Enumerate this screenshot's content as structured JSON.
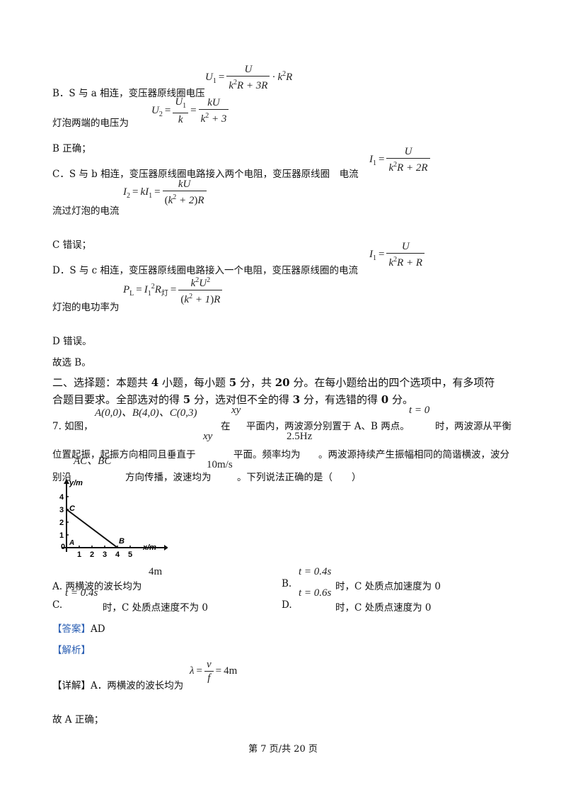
{
  "optB": {
    "line1": "B．S 与 a 相连，变压器原线圈电压",
    "line2": "灯泡两端的电压为",
    "verdict": "B 正确；"
  },
  "optC": {
    "line1": "C．S 与 b 相连，变压器原线圈电路接入两个电阻，变压器原线圈　电流",
    "line2": "流过灯泡的电流",
    "verdict": "C 错误；"
  },
  "optD": {
    "line1": "D．S 与 c 相连，变压器原线圈电路接入一个电阻，变压器原线圈的电流",
    "line2": "灯泡的电功率为",
    "verdict": "D 错误。"
  },
  "conclusion": "故选 B。",
  "section": {
    "p1": "二、选择题：本题共 ",
    "n1": "4",
    "p2": " 小题，每小题 ",
    "n2": "5",
    "p3": " 分，共 ",
    "n3": "20",
    "p4": " 分。在每小题给出的四个选项中，有多项符",
    "p5": "合题目要求。全部选对的得 ",
    "n4": "5",
    "p6": " 分，选对但不全的得 ",
    "n5": "3",
    "p7": " 分，有选错的得 ",
    "n6": "0",
    "p8": " 分。"
  },
  "question7": {
    "number": "7. 如图，",
    "points": "A(0,0)、B(4,0)、C(0,3)",
    "xy_a": "xy",
    "t_zero": "t = 0",
    "seg1": "在",
    "seg2": "平面内，两波源分别置于 A、B 两点。",
    "seg3": "时，两波源从平衡",
    "line2a": "位置起振，起振方向相同且垂直于",
    "xy_b": "xy",
    "line2b": "平面。频率均为",
    "freq": "2.5Hz",
    "line2c": "。两波源持续产生振幅相同的简谐横波，波分",
    "line3a": "别沿",
    "dirs": "AC、BC",
    "line3b": "方向传播，波速均为",
    "speed": "10m/s",
    "line3c": "。下列说法正确的是（　　）"
  },
  "figure": {
    "y_axis_label": "y/m",
    "x_axis_label": "x/m",
    "y_ticks": [
      "1",
      "2",
      "3",
      "4"
    ],
    "x_ticks": [
      "1",
      "2",
      "3",
      "4",
      "5"
    ],
    "origin": "0",
    "point_a": "A",
    "point_b": "B",
    "point_c": "C"
  },
  "options": {
    "a_label": "A. 两横波的波长均为",
    "a_value": "4m",
    "b_label": "B.",
    "b_time": "t = 0.4s",
    "b_text": "时，C 处质点加速度为 0",
    "c_label": "C.",
    "c_time": "t = 0.4s",
    "c_text": "时，C 处质点速度不为 0",
    "d_label": "D.",
    "d_time": "t = 0.6s",
    "d_text": "时，C 处质点速度为 0"
  },
  "answer": {
    "tag": "【答案】",
    "value": "AD"
  },
  "analysis_tag": "【解析】",
  "detail": {
    "tag": "【详解】",
    "text": "A．两横波的波长均为",
    "conclusion": "故 A 正确；"
  },
  "footer": "第 7 页/共 20 页",
  "colors": {
    "tag": "#2b5fb3",
    "text": "#111111"
  }
}
